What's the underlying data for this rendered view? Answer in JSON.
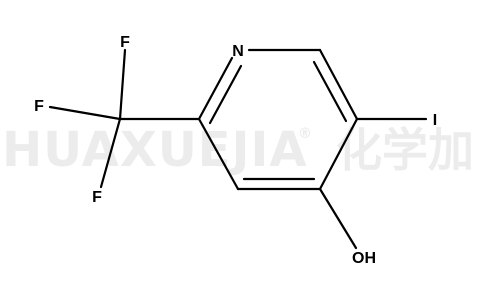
{
  "watermark": {
    "text": "HUAXUEJIA",
    "registered": "®",
    "cjk": "化学加",
    "color": "#ececec"
  },
  "molecule": {
    "atoms": {
      "n": "N",
      "i": "I",
      "oh": "OH",
      "f_top": "F",
      "f_left": "F",
      "f_bottom": "F"
    },
    "bond_color": "#000000",
    "atom_color": "#000000"
  }
}
